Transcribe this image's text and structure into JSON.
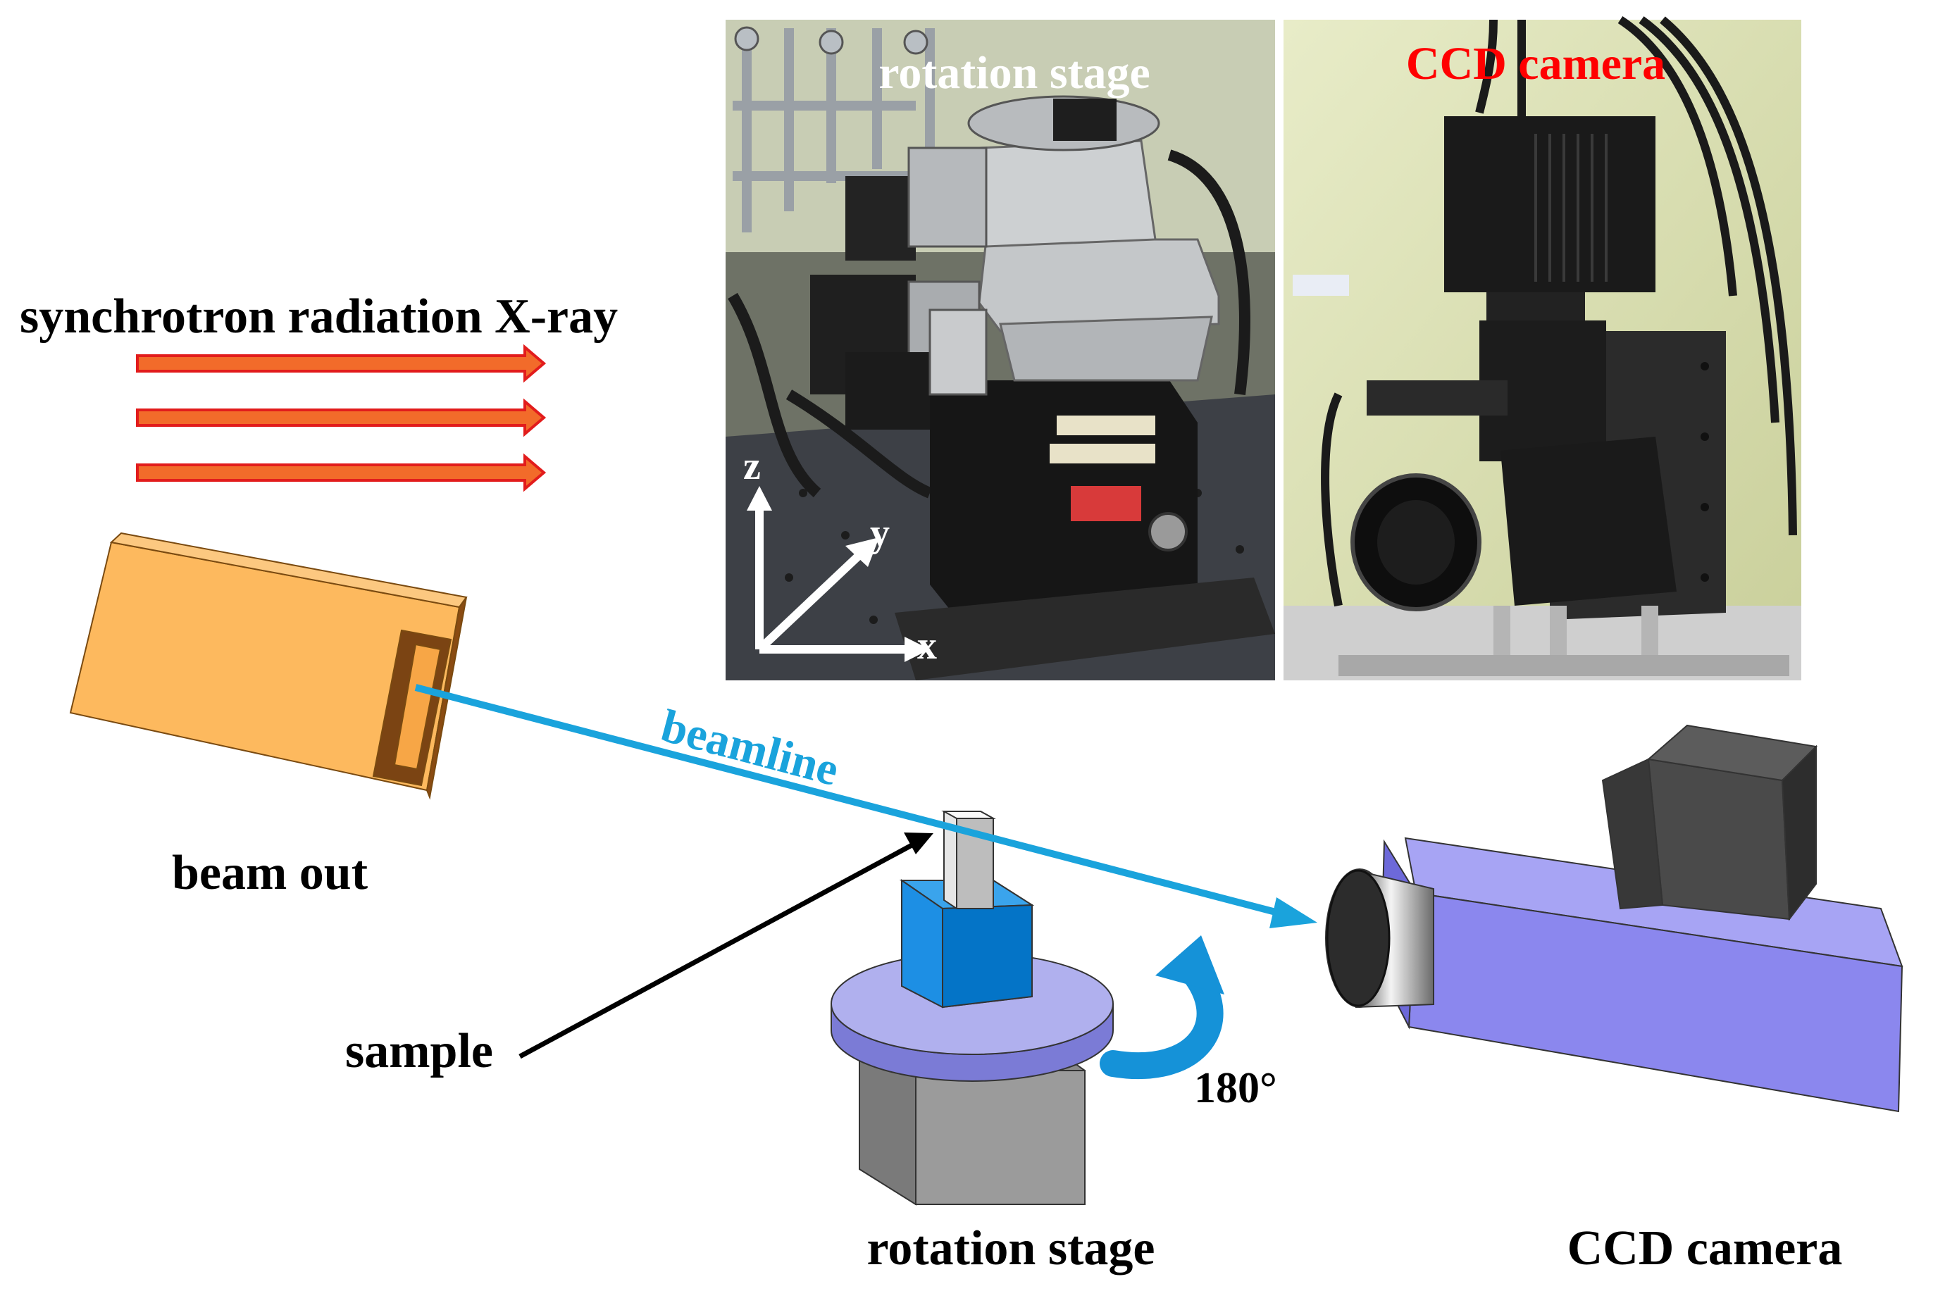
{
  "labels": {
    "xray": "synchrotron radiation X-ray",
    "beam_out": "beam out",
    "beamline": "beamline",
    "sample": "sample",
    "rotation_stage": "rotation stage",
    "ccd_camera": "CCD camera",
    "angle": "180°"
  },
  "photos": {
    "stage_title": "rotation stage",
    "camera_title": "CCD camera",
    "axes": {
      "x": "x",
      "y": "y",
      "z": "z"
    }
  },
  "colors": {
    "xray_arrow": "#f26b2a",
    "xray_arrow_edge": "#e21c1c",
    "beam_box": "#fdb95e",
    "beamline": "#1aa3dc",
    "sample_block": "#0a7fd6",
    "stage_disk": "#b0b0ee",
    "stage_base": "#8c8c8c",
    "camera_body": "#8b87ee",
    "camera_box": "#3f3f3f",
    "ccd_title": "#ff0000"
  }
}
